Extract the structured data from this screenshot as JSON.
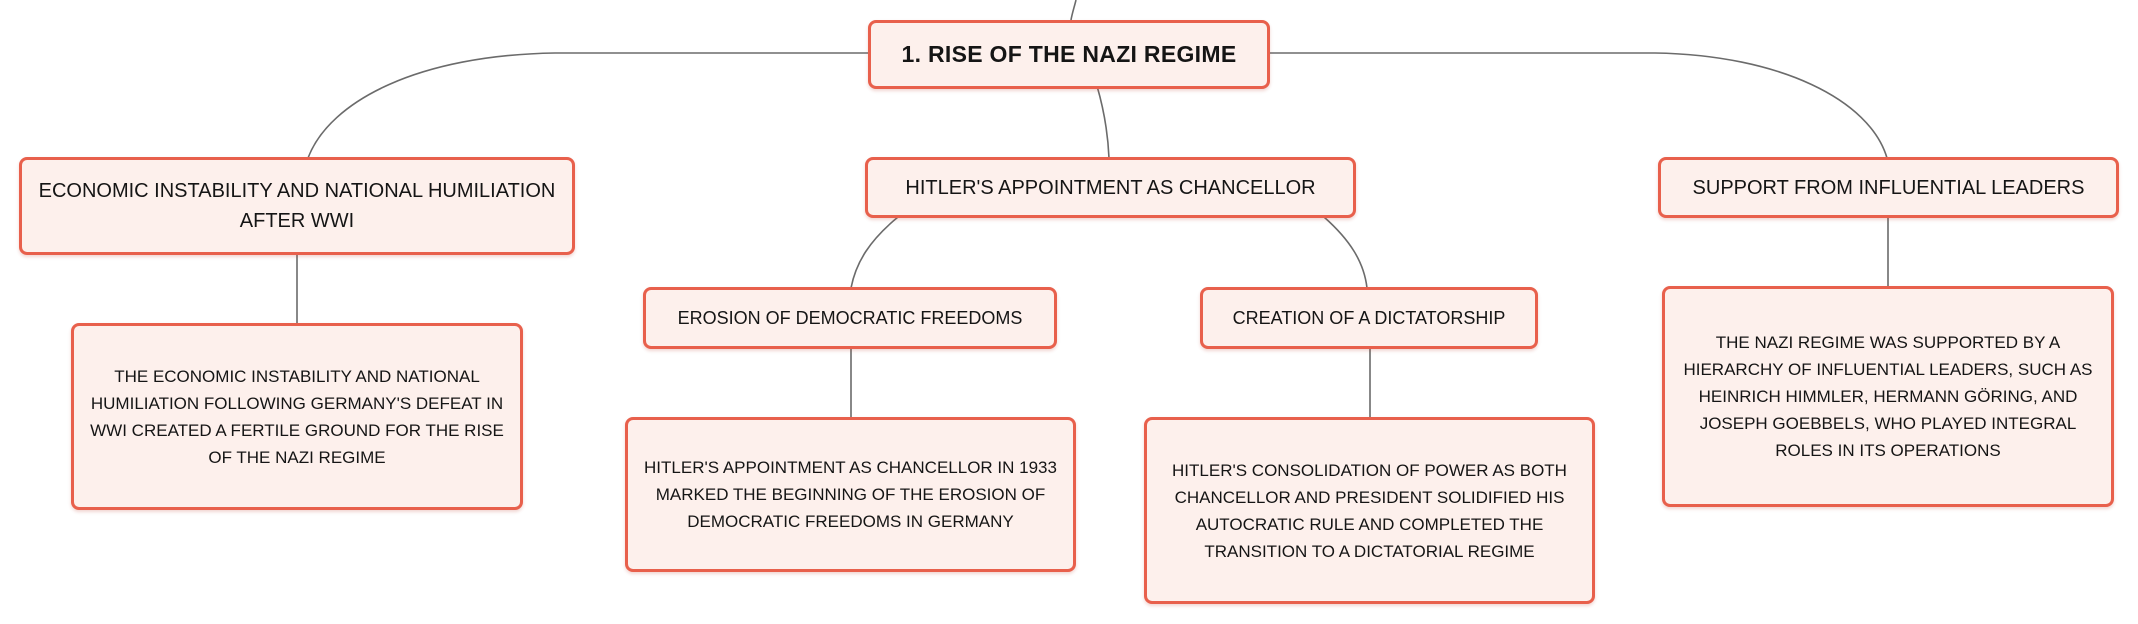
{
  "root": {
    "title": "1. RISE OF THE NAZI REGIME"
  },
  "branches": {
    "economic": {
      "title": "ECONOMIC INSTABILITY AND NATIONAL HUMILIATION AFTER WWI",
      "detail": "THE ECONOMIC INSTABILITY AND NATIONAL HUMILIATION FOLLOWING GERMANY'S DEFEAT IN WWI CREATED A FERTILE GROUND FOR THE RISE OF THE NAZI REGIME"
    },
    "chancellor": {
      "title": "HITLER'S APPOINTMENT AS CHANCELLOR",
      "erosion": {
        "title": "EROSION OF DEMOCRATIC FREEDOMS",
        "detail": "HITLER'S APPOINTMENT AS CHANCELLOR IN 1933 MARKED THE BEGINNING OF THE EROSION OF DEMOCRATIC FREEDOMS IN GERMANY"
      },
      "dictatorship": {
        "title": "CREATION OF A DICTATORSHIP",
        "detail": "HITLER'S CONSOLIDATION OF POWER AS BOTH CHANCELLOR AND PRESIDENT SOLIDIFIED HIS AUTOCRATIC RULE AND COMPLETED THE TRANSITION TO A DICTATORIAL REGIME"
      }
    },
    "leaders": {
      "title": "SUPPORT FROM INFLUENTIAL LEADERS",
      "detail": "THE NAZI REGIME WAS SUPPORTED BY A HIERARCHY OF INFLUENTIAL LEADERS, SUCH AS HEINRICH HIMMLER, HERMANN GÖRING, AND JOSEPH GOEBBELS, WHO PLAYED INTEGRAL ROLES IN ITS OPERATIONS"
    }
  },
  "colors": {
    "node_border": "#e8604c",
    "node_fill": "#fdf0ec",
    "connector": "#6b6b6b",
    "text": "#151515"
  }
}
